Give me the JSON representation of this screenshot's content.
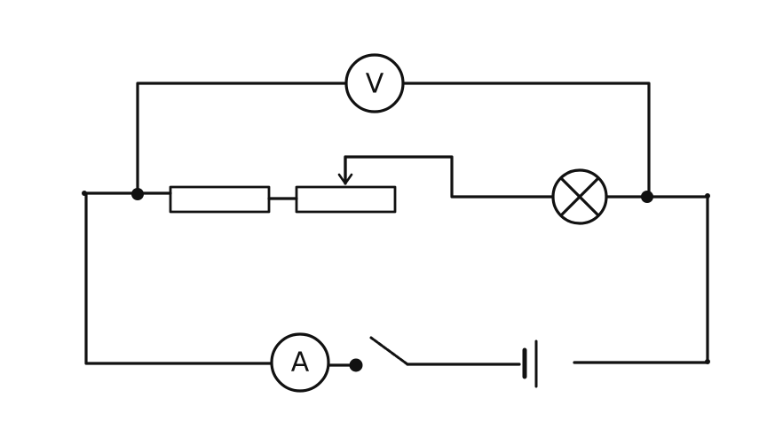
{
  "diagram": {
    "voltmeter": {
      "label": "V"
    },
    "ammeter": {
      "label": "A"
    },
    "colors": {
      "wire": "#111111",
      "background": "#ffffff"
    },
    "components": [
      {
        "name": "resistor",
        "icon": "resistor-icon"
      },
      {
        "name": "rheostat",
        "icon": "rheostat-icon"
      },
      {
        "name": "lamp",
        "icon": "lamp-icon"
      },
      {
        "name": "voltmeter",
        "icon": "voltmeter-icon"
      },
      {
        "name": "ammeter",
        "icon": "ammeter-icon"
      },
      {
        "name": "switch",
        "icon": "switch-icon",
        "state": "open"
      },
      {
        "name": "battery",
        "icon": "battery-cell-icon"
      }
    ]
  }
}
